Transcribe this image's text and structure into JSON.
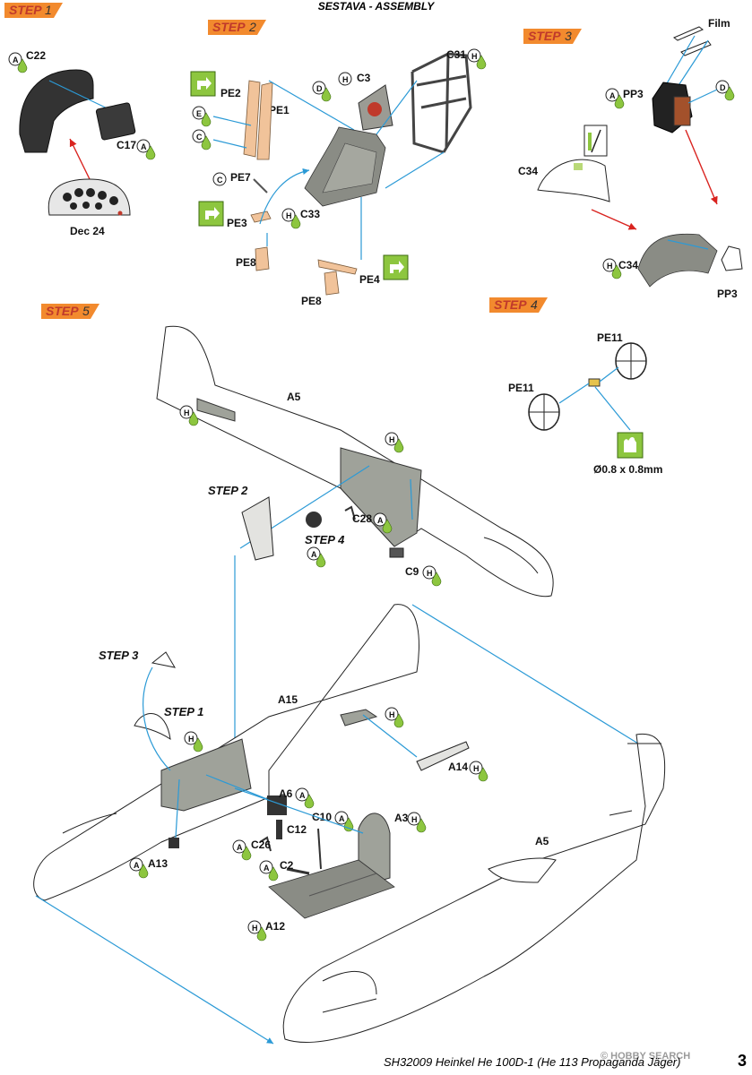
{
  "header": {
    "title": "SESTAVA -  ASSEMBLY"
  },
  "steps": {
    "s1": {
      "word": "STEP",
      "num": "1"
    },
    "s2": {
      "word": "STEP",
      "num": "2"
    },
    "s3": {
      "word": "STEP",
      "num": "3"
    },
    "s4": {
      "word": "STEP",
      "num": "4"
    },
    "s5": {
      "word": "STEP",
      "num": "5"
    }
  },
  "labels": {
    "c22": "C22",
    "c17": "C17",
    "dec24": "Dec 24",
    "pe2": "PE2",
    "pe1": "PE1",
    "pe7": "PE7",
    "pe3": "PE3",
    "pe8a": "PE8",
    "pe8b": "PE8",
    "pe4": "PE4",
    "c3": "C3",
    "c31": "C31",
    "c33": "C33",
    "film": "Film",
    "pp3a": "PP3",
    "pp3b": "PP3",
    "c34a": "C34",
    "c34b": "C34",
    "pe11a": "PE11",
    "pe11b": "PE11",
    "drill": "Ø0.8 x 0.8mm",
    "a5top": "A5",
    "c28": "C28",
    "c9": "C9",
    "ref_step2": "STEP 2",
    "ref_step4": "STEP 4",
    "ref_step3": "STEP 3",
    "ref_step1": "STEP 1",
    "a15": "A15",
    "a14": "A14",
    "a6": "A6",
    "c10": "C10",
    "a3": "A3",
    "c12": "C12",
    "c26": "C26",
    "a13": "A13",
    "c2": "C2",
    "a12": "A12",
    "a5bot": "A5"
  },
  "callouts": {
    "A": "A",
    "C": "C",
    "D": "D",
    "E": "E",
    "H": "H"
  },
  "footer": {
    "text": "SH32009  Heinkel He 100D-1 (He 113 Propaganda Jäger)",
    "page": "3"
  },
  "watermark": {
    "text": "© HOBBY SEARCH"
  },
  "colors": {
    "step_bg": "#f28a2e",
    "guide_line": "#2b9ad6",
    "arrow": "#d9231f",
    "glue": "#8dc63f",
    "part_grey": "#8a8c85"
  }
}
